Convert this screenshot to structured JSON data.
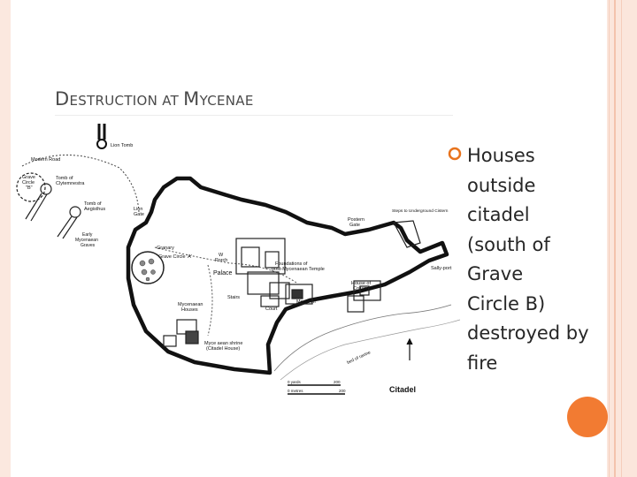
{
  "slide": {
    "title_parts": [
      {
        "big": "D",
        "small": "ESTRUCTION AT "
      },
      {
        "big": "M",
        "small": "YCENAE"
      }
    ],
    "bullet_lines": [
      "Houses",
      "outside",
      "citadel",
      "(south of",
      "Grave",
      "Circle B)",
      "destroyed by",
      "fire"
    ],
    "accent_color": "#f27b32"
  },
  "map_labels": {
    "lion_tomb": "Lion Tomb",
    "modern_road": "Modern Road",
    "grave_circle_b_1": "Grave",
    "grave_circle_b_2": "Circle",
    "grave_circle_b_3": "\"B\"",
    "tomb_clytemnestra_1": "Tomb of",
    "tomb_clytemnestra_2": "Clytemnestra",
    "tomb_aegisthus_1": "Tomb of",
    "tomb_aegisthus_2": "Aegisthus",
    "lion_gate_1": "Lion",
    "lion_gate_2": "Gate",
    "early_graves_1": "Early",
    "early_graves_2": "Mycenaean",
    "early_graves_3": "Graves",
    "granary": "Granary",
    "grave_circle_a": "Grave Circle 'A'",
    "w_porch_1": "W",
    "w_porch_2": "Porch",
    "palace": "Palace",
    "foundations_1": "Foundations of",
    "foundations_2": "post-Mycenaean Temple",
    "stairs": "Stairs",
    "megaron": "Megaron",
    "court": "Court",
    "house_columns_1": "House of",
    "house_columns_2": "Columns",
    "postern_gate_1": "Postern",
    "postern_gate_2": "Gate",
    "steps_cistern": "Steps to Underground Cistern",
    "sally_port": "Sally-port",
    "mycenaean_houses_1": "Mycenaean",
    "mycenaean_houses_2": "Houses",
    "shrine_1": "Myce  aean shrine",
    "shrine_2": "(Citadel House)",
    "bed_ravine": "bed of ravine",
    "scale_yards": "0  yards",
    "scale_yards_max": "200",
    "scale_metres": "0  metres",
    "scale_metres_max": "200",
    "citadel": "Citadel"
  }
}
